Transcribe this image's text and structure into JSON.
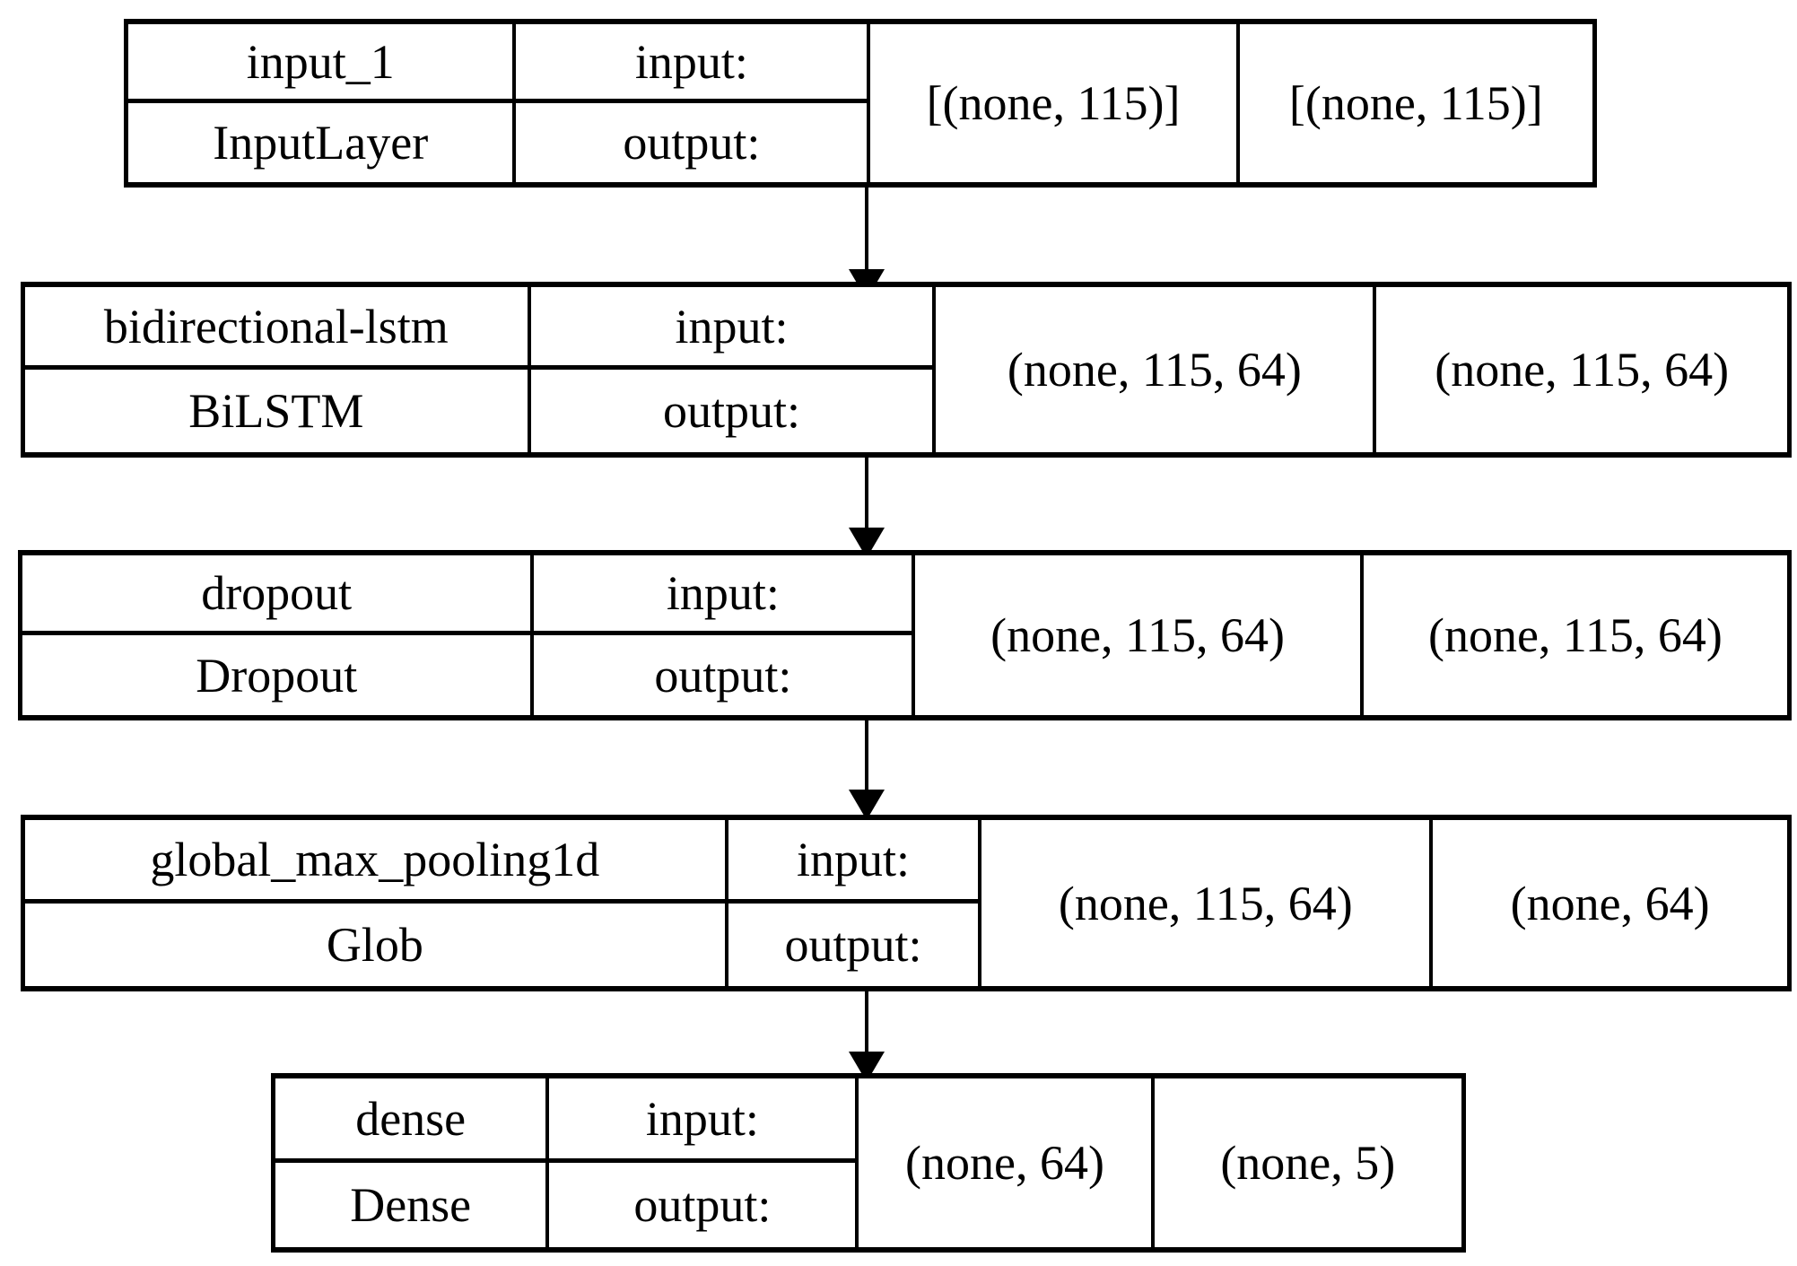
{
  "diagram": {
    "kind": "keras-model-architecture",
    "background_color": "#ffffff",
    "line_color": "#000000",
    "io_labels": {
      "input": "input:",
      "output": "output:"
    },
    "layers": [
      {
        "name": "input_1",
        "type": "InputLayer",
        "input_label": "input:",
        "output_label": "output:",
        "input_shape": "[(none, 115)]",
        "output_shape": "[(none, 115)]"
      },
      {
        "name": "bidirectional-lstm",
        "type": "BiLSTM",
        "input_label": "input:",
        "output_label": "output:",
        "input_shape": "(none, 115, 64)",
        "output_shape": "(none, 115, 64)"
      },
      {
        "name": "dropout",
        "type": "Dropout",
        "input_label": "input:",
        "output_label": "output:",
        "input_shape": "(none, 115, 64)",
        "output_shape": "(none, 115, 64)"
      },
      {
        "name": "global_max_pooling1d",
        "type": "Glob",
        "input_label": "input:",
        "output_label": "output:",
        "input_shape": "(none, 115, 64)",
        "output_shape": "(none, 64)"
      },
      {
        "name": "dense",
        "type": "Dense",
        "input_label": "input:",
        "output_label": "output:",
        "input_shape": "(none, 64)",
        "output_shape": "(none, 5)"
      }
    ]
  }
}
